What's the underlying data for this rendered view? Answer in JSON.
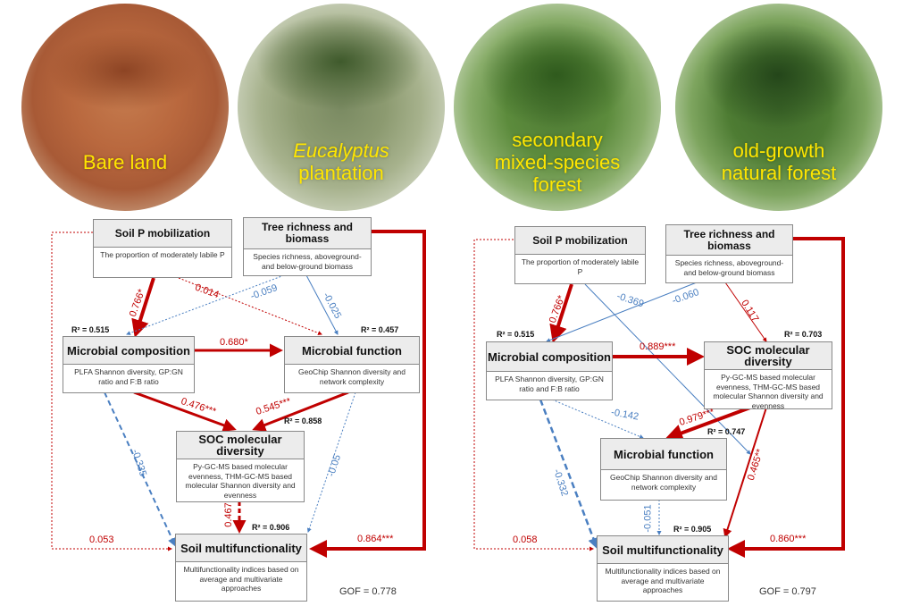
{
  "photos": [
    {
      "label_lines": [
        "Bare land"
      ],
      "italic": false
    },
    {
      "label_lines": [
        "Eucalyptus",
        "plantation"
      ],
      "italic": true
    },
    {
      "label_lines": [
        "secondary",
        "mixed-species",
        "forest"
      ],
      "italic": false
    },
    {
      "label_lines": [
        "old-growth",
        "natural forest"
      ],
      "italic": false
    }
  ],
  "colors": {
    "positive": "#c00000",
    "negative": "#4a7fc1",
    "label": "#ffe600"
  },
  "left": {
    "soil_p": {
      "title": "Soil P mobilization",
      "desc": "The proportion of moderately labile P"
    },
    "tree": {
      "title": "Tree richness and biomass",
      "desc": "Species richness, aboveground- and below-ground biomass"
    },
    "micro_comp": {
      "title": "Microbial composition",
      "desc": "PLFA Shannon diversity, GP:GN ratio and F:B ratio",
      "r2": "R² = 0.515"
    },
    "micro_func": {
      "title": "Microbial function",
      "desc": "GeoChip Shannon diversity and network complexity",
      "r2": "R² = 0.457"
    },
    "soc": {
      "title": "SOC molecular diversity",
      "desc": "Py-GC-MS based molecular evenness, THM-GC-MS based molecular Shannon diversity and evenness",
      "r2": "R² = 0.858"
    },
    "multi": {
      "title": "Soil multifunctionality",
      "desc": "Multifunctionality indices based on average and multivariate approaches",
      "r2": "R² = 0.906"
    },
    "coefs": {
      "p_comp": "0.766*",
      "p_func": "0.014",
      "tree_comp": "-0.059",
      "tree_func": "-0.025",
      "comp_func": "0.680*",
      "comp_soc": "0.476***",
      "func_soc": "0.545***",
      "comp_multi": "-0.335",
      "func_multi": "-0.05",
      "soc_multi": "0.467",
      "p_multi": "0.053",
      "tree_multi": "0.864***"
    },
    "gof": "GOF = 0.778"
  },
  "right": {
    "soil_p": {
      "title": "Soil P mobilization",
      "desc": "The proportion of moderately labile P"
    },
    "tree": {
      "title": "Tree richness and biomass",
      "desc": "Species richness, aboveground- and below-ground biomass"
    },
    "micro_comp": {
      "title": "Microbial composition",
      "desc": "PLFA Shannon diversity, GP:GN ratio and F:B ratio",
      "r2": "R² = 0.515"
    },
    "soc": {
      "title": "SOC molecular diversity",
      "desc": "Py-GC-MS based molecular evenness, THM-GC-MS based molecular Shannon diversity and evenness",
      "r2": "R² = 0.703"
    },
    "micro_func": {
      "title": "Microbial function",
      "desc": "GeoChip Shannon diversity and network complexity",
      "r2": "R² = 0.747"
    },
    "multi": {
      "title": "Soil multifunctionality",
      "desc": "Multifunctionality indices based on average and multivariate approaches",
      "r2": "R² = 0.905"
    },
    "coefs": {
      "p_comp": "0.766*",
      "p_func": "-0.369",
      "tree_comp": "-0.060",
      "tree_soc": "0.117",
      "comp_soc": "0.889***",
      "comp_func": "-0.142",
      "soc_func": "0.979***",
      "comp_multi": "-0.332",
      "func_multi": "-0.051",
      "soc_multi": "0.465**",
      "p_multi": "0.058",
      "tree_multi": "0.860***"
    },
    "gof": "GOF = 0.797"
  }
}
